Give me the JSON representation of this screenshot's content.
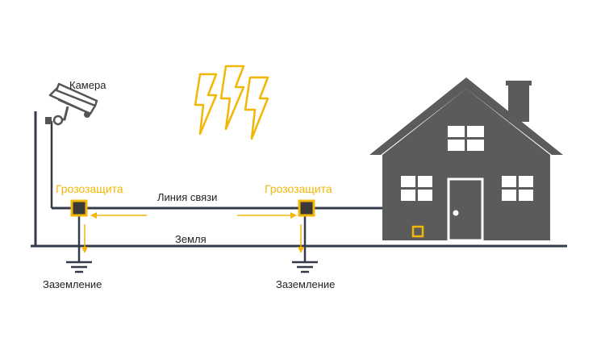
{
  "labels": {
    "camera": "Камера",
    "protection_left": "Грозозащита",
    "protection_right": "Грозозащита",
    "comm_line": "Линия связи",
    "ground_line": "Земля",
    "grounding_left": "Заземление",
    "grounding_right": "Заземление"
  },
  "icons": {
    "camera": "cctv-camera-icon",
    "lightning": "lightning-bolt-icon",
    "house": "house-icon",
    "ground": "ground-symbol-icon"
  },
  "colors": {
    "background": "#ffffff",
    "line": "#333a4a",
    "house": "#5b5b5b",
    "window": "#ffffff",
    "accent": "#f2b705",
    "device": "#3a3a3a",
    "text": "#222222"
  }
}
